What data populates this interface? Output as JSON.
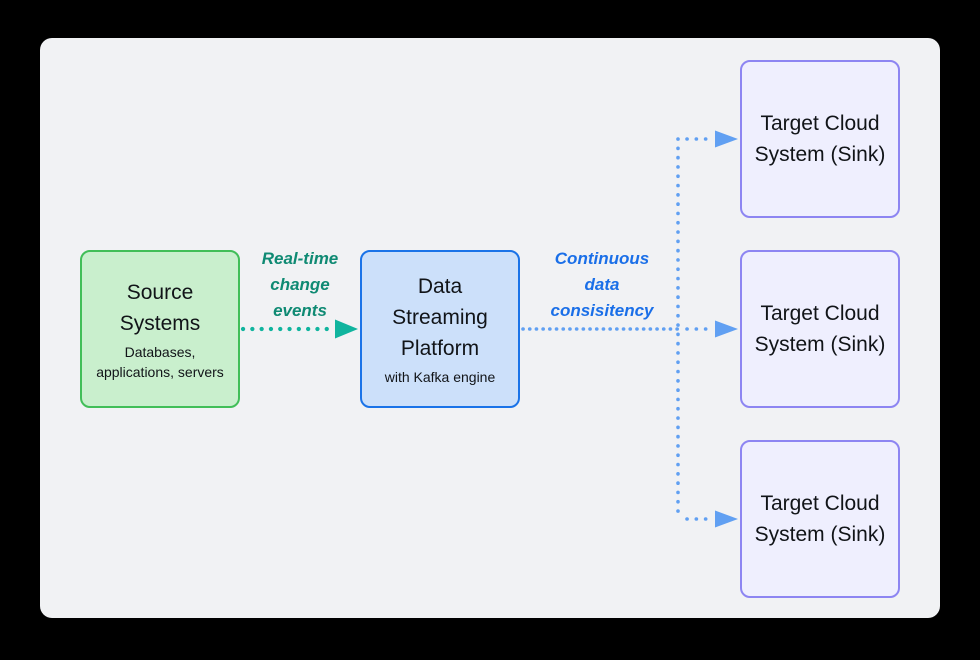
{
  "diagram": {
    "nodes": {
      "source": {
        "title": "Source Systems",
        "subtitle": "Databases, applications, servers"
      },
      "platform": {
        "title": "Data Streaming Platform",
        "subtitle": "with Kafka engine"
      },
      "targets": [
        {
          "title": "Target Cloud System (Sink)"
        },
        {
          "title": "Target Cloud System (Sink)"
        },
        {
          "title": "Target Cloud System (Sink)"
        }
      ]
    },
    "edge_labels": {
      "source_to_platform": "Real-time change events",
      "platform_to_targets": "Continuous data consisitency"
    },
    "colors": {
      "canvas_bg": "#F1F2F4",
      "page_bg": "#000000",
      "source_fill": "#C9EFCD",
      "source_border": "#41BE58",
      "platform_fill": "#CCE0FA",
      "platform_border": "#1A73E8",
      "target_fill": "#EFEFFE",
      "target_border": "#8D85F2",
      "teal_arrow": "#10B49E",
      "teal_label": "#0F8A73",
      "blue_arrow": "#61A0F2",
      "blue_label": "#1A6FE8"
    }
  }
}
